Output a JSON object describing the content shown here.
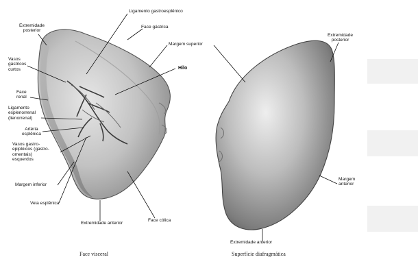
{
  "visceral": {
    "extremidade_posterior": "Extremidade\nposterior",
    "ligamento_gastroesplenico": "Ligamento gastroesplênico",
    "face_gastrica": "Face gástrica",
    "margem_superior": "Margem superior",
    "vasos_gastricos_curtos": "Vasos\ngástricos\ncurtos",
    "hilo": "Hilo",
    "face_renal": "Face\nrenal",
    "ligamento_esplenorrenal": "Ligamento\nesplenorrenal\n(lienorrenal)",
    "arteria_esplenica": "Artéria\nesplênica",
    "vasos_gastroepiploicos": "Vasos gastro-\nepiplóicos (gastro-\nomentais)\nesquerdos",
    "margem_inferior": "Margem inferior",
    "veia_esplenica": "Veia esplênica",
    "extremidade_anterior": "Extremidade anterior",
    "face_colica": "Face cólica",
    "caption": "Face visceral"
  },
  "diaphragmatic": {
    "extremidade_posterior": "Extremidade\nposterior",
    "margem_anterior": "Margem\nanterior",
    "extremidade_anterior": "Extremidade anterior",
    "caption": "Superfície diafragmática"
  }
}
